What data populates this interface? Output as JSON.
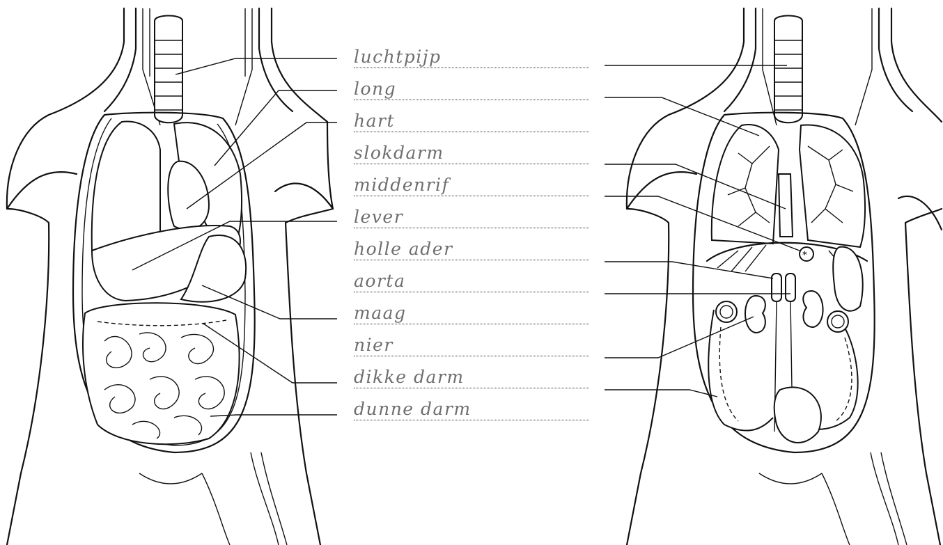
{
  "labels": [
    {
      "key": "trachea",
      "text": "luchtpijp"
    },
    {
      "key": "lung",
      "text": "long"
    },
    {
      "key": "heart",
      "text": "hart"
    },
    {
      "key": "esophagus",
      "text": "slokdarm"
    },
    {
      "key": "diaphragm",
      "text": "middenrif"
    },
    {
      "key": "liver",
      "text": "lever"
    },
    {
      "key": "vena-cava",
      "text": "holle ader"
    },
    {
      "key": "aorta",
      "text": "aorta"
    },
    {
      "key": "stomach",
      "text": "maag"
    },
    {
      "key": "kidney",
      "text": "nier"
    },
    {
      "key": "large-intestine",
      "text": "dikke darm"
    },
    {
      "key": "small-intestine",
      "text": "dunne darm"
    }
  ],
  "colors": {
    "line": "#111111",
    "label_text": "#6e6e6e",
    "background": "#ffffff"
  }
}
